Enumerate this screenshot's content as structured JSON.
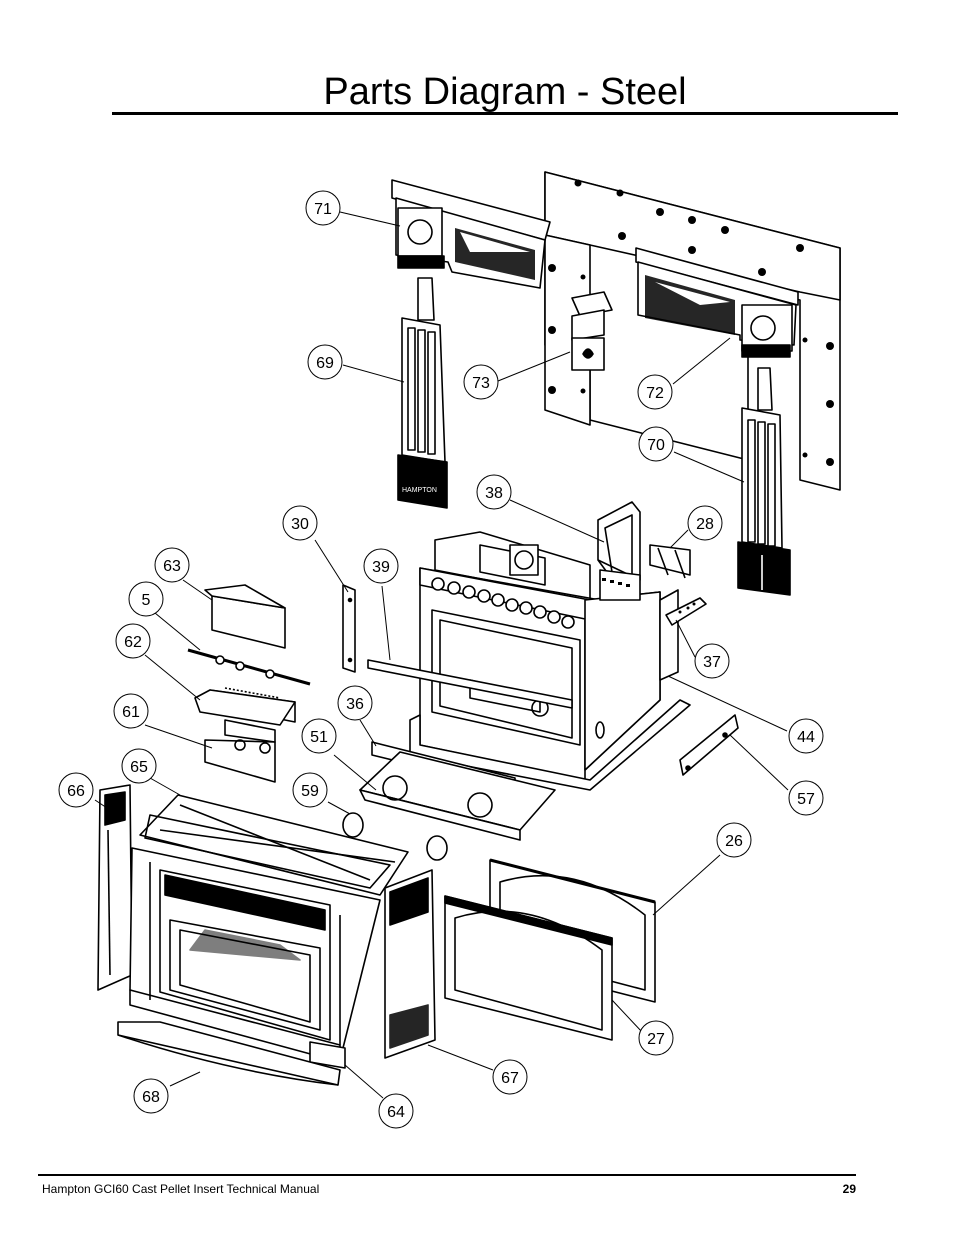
{
  "page": {
    "title": "Parts Diagram - Steel",
    "footer_text": "Hampton GCI60 Cast Pellet Insert Technical Manual",
    "page_number": "29"
  },
  "callouts": [
    "71",
    "69",
    "73",
    "72",
    "70",
    "38",
    "28",
    "30",
    "39",
    "63",
    "5",
    "62",
    "37",
    "44",
    "36",
    "61",
    "51",
    "57",
    "65",
    "66",
    "59",
    "26",
    "27",
    "67",
    "68",
    "64"
  ],
  "logo_text": "HAMPTON"
}
